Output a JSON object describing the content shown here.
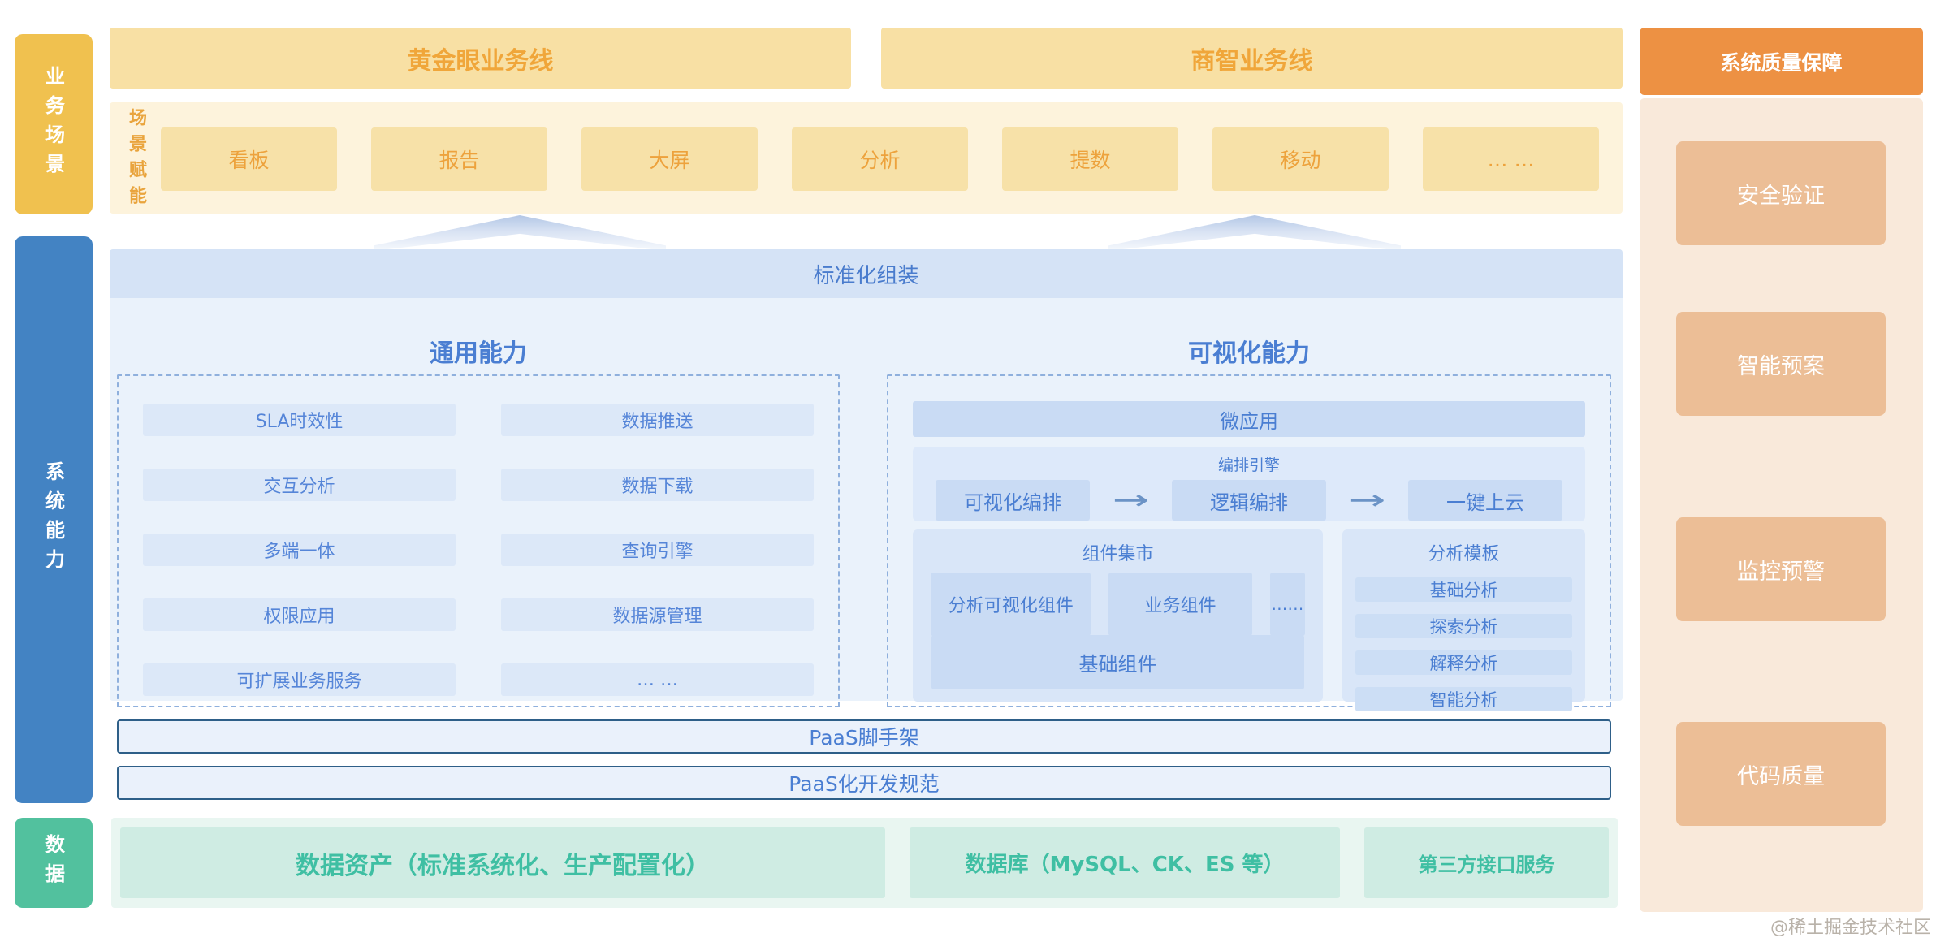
{
  "colors": {
    "business_scene_yellow": "#f0c14f",
    "system_blue": "#4383c3",
    "data_green": "#52c19e",
    "header_yellow_bg": "#f8e0a4",
    "header_yellow_text": "#f0a63a",
    "scene_panel_bg": "#fdf3dc",
    "scene_chip_bg": "#f7e1a8",
    "assembly_band_bg": "#d5e3f6",
    "capability_panel_bg": "#eaf2fb",
    "capability_chip_bg": "#dce8f8",
    "capability_text_blue": "#4a7ed2",
    "paas_border": "#2e5f88",
    "data_panel_bg": "#e9f6f1",
    "data_box_bg": "#cfece3",
    "data_text_green": "#3fbfa3",
    "quality_header_bg": "#ed9143",
    "quality_body_bg": "#f9e9da",
    "quality_box_bg": "#ecbe96"
  },
  "sidebar": {
    "business_scene": "业务场景",
    "system_capability": "系统能力",
    "data": "数据"
  },
  "business_lines": {
    "golden_eye": "黄金眼业务线",
    "shangzhi": "商智业务线"
  },
  "scene_enablement": {
    "label": "场景赋能",
    "chips": [
      "看板",
      "报告",
      "大屏",
      "分析",
      "提数",
      "移动",
      "… …"
    ]
  },
  "assembly_band": "标准化组装",
  "general_capability": {
    "title": "通用能力",
    "chips": [
      "SLA时效性",
      "数据推送",
      "交互分析",
      "数据下载",
      "多端一体",
      "查询引擎",
      "权限应用",
      "数据源管理",
      "可扩展业务服务",
      "… …"
    ]
  },
  "visualization_capability": {
    "title": "可视化能力",
    "micro_app": "微应用",
    "orchestration": {
      "label": "编排引擎",
      "steps": [
        "可视化编排",
        "逻辑编排",
        "一键上云"
      ]
    },
    "component_market": {
      "title": "组件集市",
      "chips": [
        "分析可视化组件",
        "业务组件",
        "……"
      ],
      "base_chip": "基础组件"
    },
    "analysis_template": {
      "title": "分析模板",
      "chips": [
        "基础分析",
        "探索分析",
        "解释分析",
        "智能分析"
      ]
    }
  },
  "paas": {
    "scaffold": "PaaS脚手架",
    "spec": "PaaS化开发规范"
  },
  "data_layer": {
    "boxes": [
      "数据资产（标准系统化、生产配置化）",
      "数据库（MySQL、CK、ES 等）",
      "第三方接口服务"
    ]
  },
  "quality_assurance": {
    "title": "系统质量保障",
    "items": [
      "安全验证",
      "智能预案",
      "监控预警",
      "代码质量"
    ]
  },
  "icons": {
    "flow_arrow": "→"
  },
  "watermark": "@稀土掘金技术社区"
}
